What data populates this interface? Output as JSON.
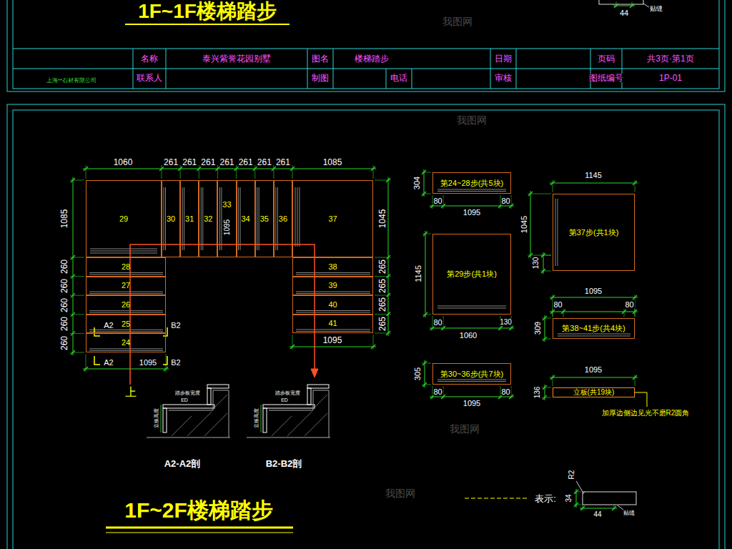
{
  "diagram": {
    "title": "1F~2F楼梯踏步",
    "nodes": [
      {
        "text": [
          "29"
        ]
      },
      {
        "text": [
          "30"
        ]
      },
      {
        "text": [
          "31"
        ]
      },
      {
        "text": [
          "32"
        ]
      },
      {
        "text": [
          "33"
        ]
      },
      {
        "text": [
          "34"
        ]
      },
      {
        "text": [
          "35"
        ]
      },
      {
        "text": [
          "36"
        ]
      },
      {
        "text": [
          "37"
        ]
      },
      {
        "text": [
          "28"
        ]
      },
      {
        "text": [
          "27"
        ]
      },
      {
        "text": [
          "26"
        ]
      },
      {
        "text": [
          "25"
        ]
      },
      {
        "text": [
          "24"
        ]
      },
      {
        "text": [
          "38"
        ]
      },
      {
        "text": [
          "39"
        ]
      },
      {
        "text": [
          "40"
        ]
      },
      {
        "text": [
          "41"
        ]
      },
      {
        "text": [
          "第24~28步(共5块)"
        ]
      },
      {
        "text": [
          "第37步(共1块)"
        ]
      },
      {
        "text": [
          "第29步(共1块)"
        ]
      },
      {
        "text": [
          "第38~41步(共4块)"
        ]
      },
      {
        "text": [
          "第30~36步(共7块)"
        ]
      },
      {
        "text": [
          "立板(共19块)"
        ]
      }
    ],
    "labels": [
      "1F~1F楼梯踏步",
      "44",
      "贴缝",
      "名称",
      "泰兴紫誉花园别墅",
      "图名",
      "楼梯踏步",
      "日期",
      "页码",
      "共3页·第1页",
      "上海**石材有限公司",
      "联系人",
      "制图",
      "电话",
      "审核",
      "图纸编号",
      "1P-01",
      "1060",
      "261",
      "261",
      "261",
      "261",
      "261",
      "261",
      "261",
      "1085",
      "1085",
      "260",
      "260",
      "260",
      "260",
      "260",
      "1045",
      "265",
      "265",
      "265",
      "265",
      "1095",
      "A2",
      "B2",
      "A2",
      "1095",
      "B2",
      "1095",
      "上",
      "踏步板宽度",
      "ED",
      "立板高度",
      "踏步板宽度",
      "ED",
      "立板高度",
      "A2-A2剖",
      "B2-B2剖",
      "304",
      "80",
      "1095",
      "80",
      "1145",
      "1045",
      "130",
      "1145",
      "80",
      "1060",
      "130",
      "1095",
      "80",
      "80",
      "309",
      "305",
      "80",
      "1095",
      "80",
      "1095",
      "136",
      "加厚边侧边见光不磨R2圆角",
      "表示:",
      "R2",
      "34",
      "44",
      "贴缝",
      "我图网",
      "我图网",
      "我图网",
      "我图网"
    ]
  }
}
